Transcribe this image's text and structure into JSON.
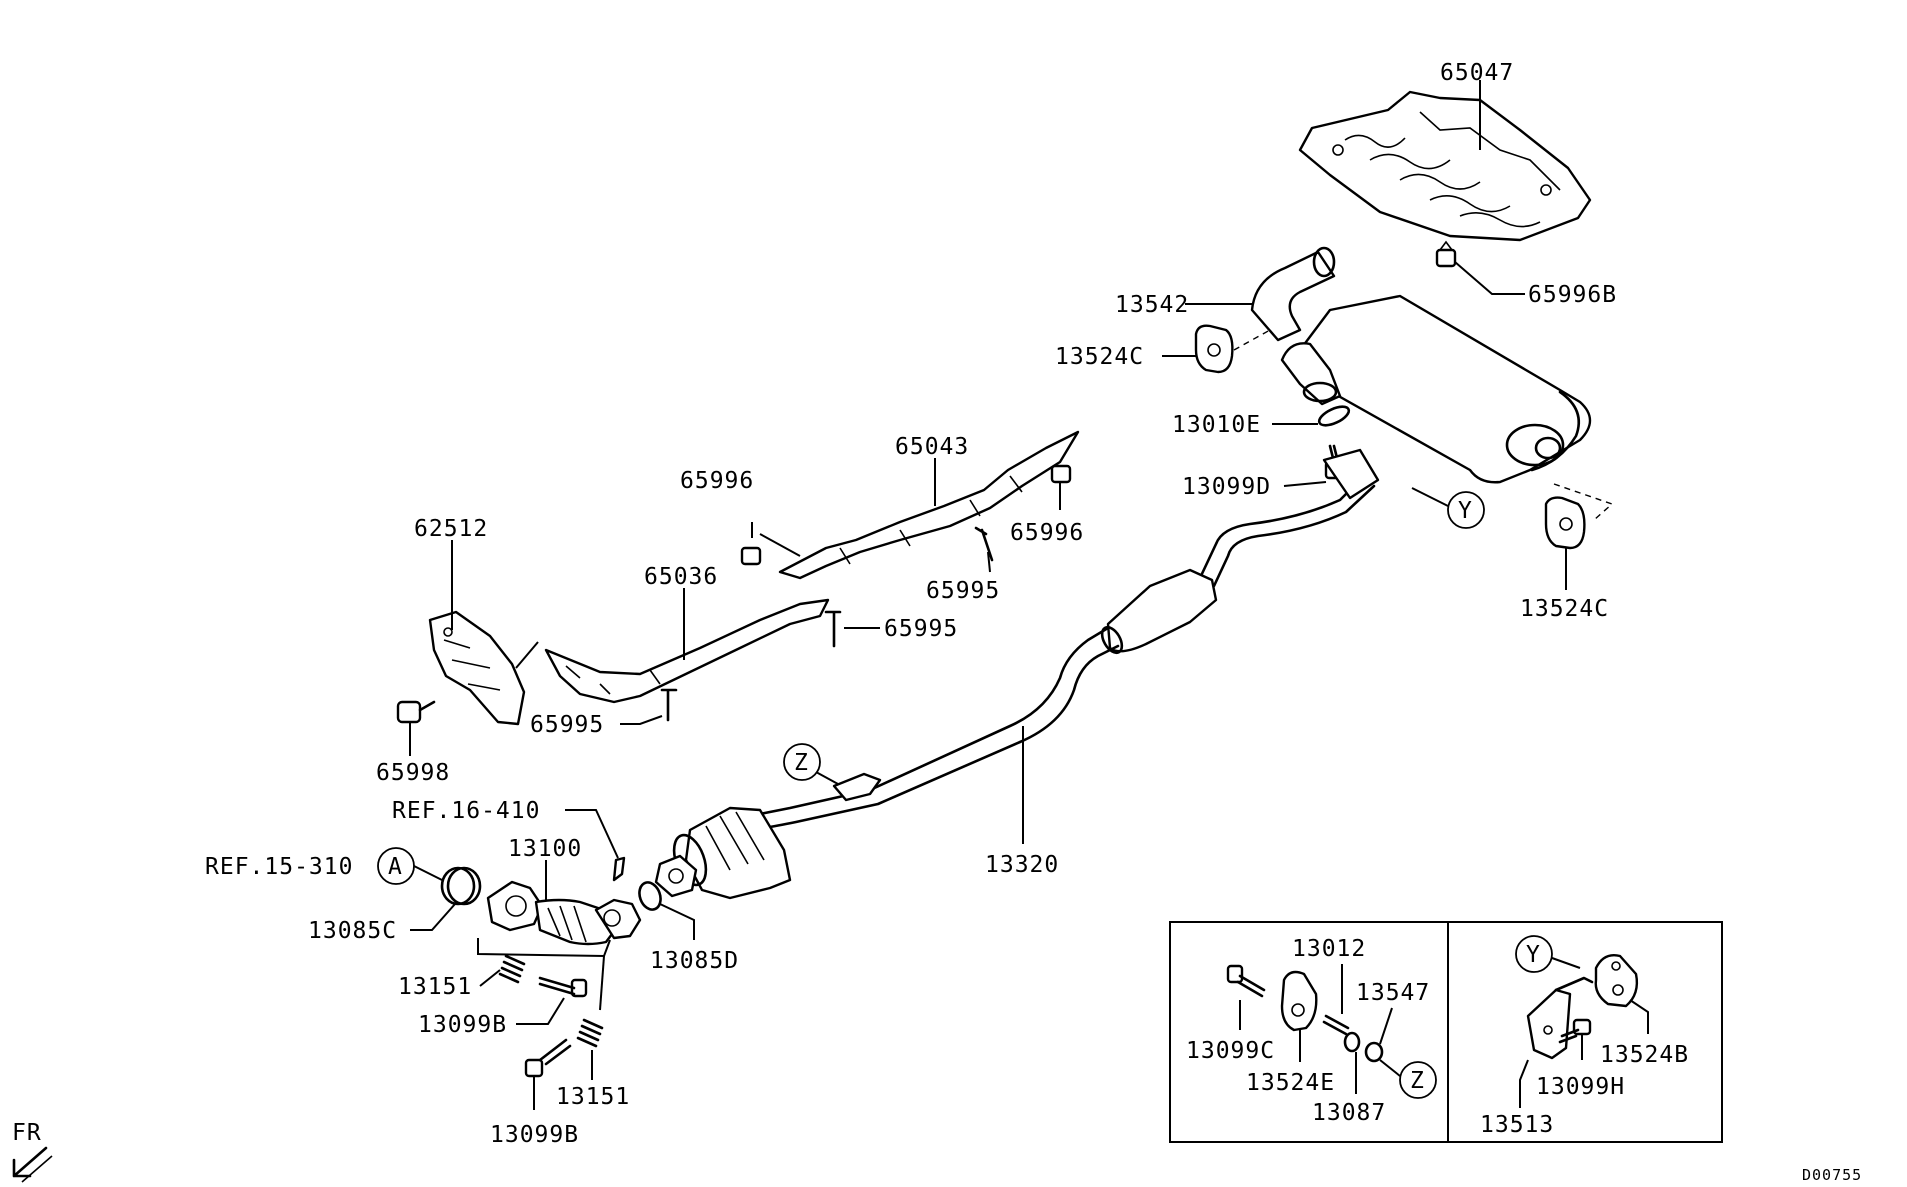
{
  "diagram_code": "D00755",
  "direction_label": "FR",
  "labels": {
    "p65047": "65047",
    "p65996B": "65996B",
    "p13542": "13542",
    "p13524C_top": "13524C",
    "p13010E": "13010E",
    "p13099D": "13099D",
    "p13524C_right": "13524C",
    "p65043": "65043",
    "p65996_left": "65996",
    "p65996_right": "65996",
    "p65995_mid": "65995",
    "p65995_right": "65995",
    "p65995_left": "65995",
    "p62512": "62512",
    "p65036": "65036",
    "p65998": "65998",
    "ref16": "REF.16-410",
    "ref15": "REF.15-310",
    "p13100": "13100",
    "p13085C": "13085C",
    "p13085D": "13085D",
    "p13151_a": "13151",
    "p13151_b": "13151",
    "p13099B_a": "13099B",
    "p13099B_b": "13099B",
    "p13320": "13320",
    "p13012": "13012",
    "p13547": "13547",
    "p13099C": "13099C",
    "p13524E": "13524E",
    "p13087": "13087",
    "p13524B": "13524B",
    "p13099H": "13099H",
    "p13513": "13513"
  },
  "callouts": {
    "a": "A",
    "y": "Y",
    "z": "Z"
  }
}
